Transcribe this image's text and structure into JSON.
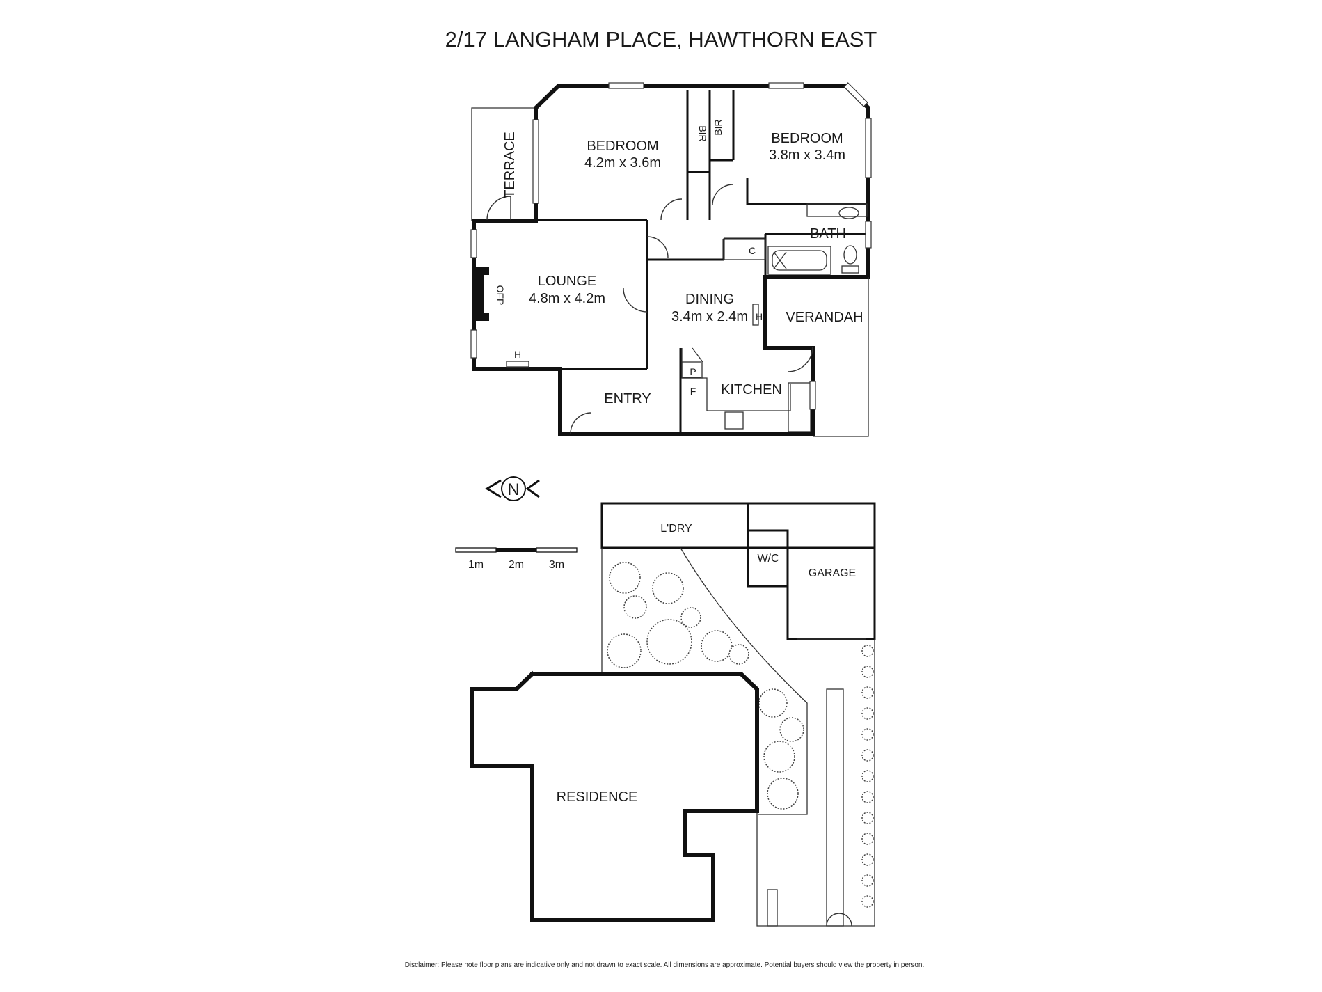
{
  "title": "2/17 LANGHAM PLACE, HAWTHORN EAST",
  "rooms": {
    "bedroom1": {
      "name": "BEDROOM",
      "size": "4.2m x 3.6m"
    },
    "bedroom2": {
      "name": "BEDROOM",
      "size": "3.8m x 3.4m"
    },
    "lounge": {
      "name": "LOUNGE",
      "size": "4.8m x 4.2m"
    },
    "dining": {
      "name": "DINING",
      "size": "3.4m x 2.4m"
    },
    "kitchen": "KITCHEN",
    "entry": "ENTRY",
    "bath": "BATH",
    "verandah": "VERANDAH",
    "terrace": "TERRACE",
    "bir": "BIR",
    "ofp": "OFP",
    "heater": "H",
    "cupboard": "C",
    "pantry": "P",
    "fridge": "F"
  },
  "site": {
    "laundry": "L'DRY",
    "wc": "W/C",
    "garage": "GARAGE",
    "residence": "RESIDENCE"
  },
  "north": "N",
  "scale": [
    "1m",
    "2m",
    "3m"
  ],
  "disclaimer": "Disclaimer: Please note floor plans are indicative only and not drawn to exact scale. All dimensions are approximate. Potential buyers should view the property in person."
}
